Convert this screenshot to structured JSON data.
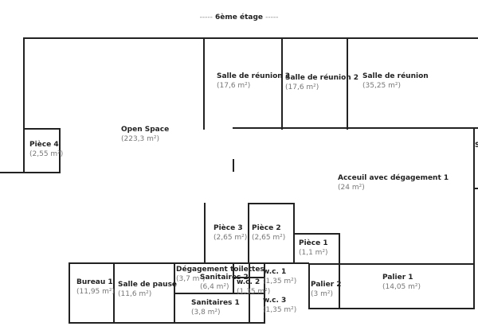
{
  "title": "6ème étage",
  "title_dashes": "-----",
  "rooms": {
    "open_space": {
      "name": "Open Space",
      "area": "(223,3 m²)"
    },
    "piece4": {
      "name": "Pièce  4",
      "area": "(2,55 m²)"
    },
    "reunion3": {
      "name": "Salle de réunion 3",
      "area": "(17,6 m²)"
    },
    "reunion2": {
      "name": "Salle de réunion 2",
      "area": "(17,6 m²)"
    },
    "reunion1": {
      "name": "Salle de réunion",
      "area": "(35,25 m²)"
    },
    "accueil": {
      "name": "Acceuil avec dégagement 1",
      "area": "(24 m²)"
    },
    "piece3": {
      "name": "Pièce 3",
      "area": "(2,65 m²)"
    },
    "piece2": {
      "name": "Pièce 2",
      "area": "(2,65 m²)"
    },
    "piece1": {
      "name": "Pièce 1",
      "area": "(1,1 m²)"
    },
    "bureau1": {
      "name": "Bureau 1",
      "area": "(11,95 m²)"
    },
    "pause": {
      "name": "Salle de pause",
      "area": "(11,6 m²)"
    },
    "degagement": {
      "name": "Dégagement toilettes",
      "area": "(3,7 m²)"
    },
    "sanitaires2": {
      "name": "Sanitaires  2",
      "area": "(6,4 m²)"
    },
    "wc1": {
      "name": "w.c. 1",
      "area": "(1,35 m²)"
    },
    "wc2": {
      "name": "w.c. 2",
      "area": "(1,35 m²)"
    },
    "wc3": {
      "name": "w.c. 3",
      "area": "(1,35 m²)"
    },
    "sanitaires1": {
      "name": "Sanitaires  1",
      "area": "(3,8 m²)"
    },
    "palier2": {
      "name": "Palier 2",
      "area": "(3 m²)"
    },
    "palier1": {
      "name": "Palier 1",
      "area": "(14,05 m²)"
    },
    "cut_room": {
      "name": "S"
    }
  }
}
